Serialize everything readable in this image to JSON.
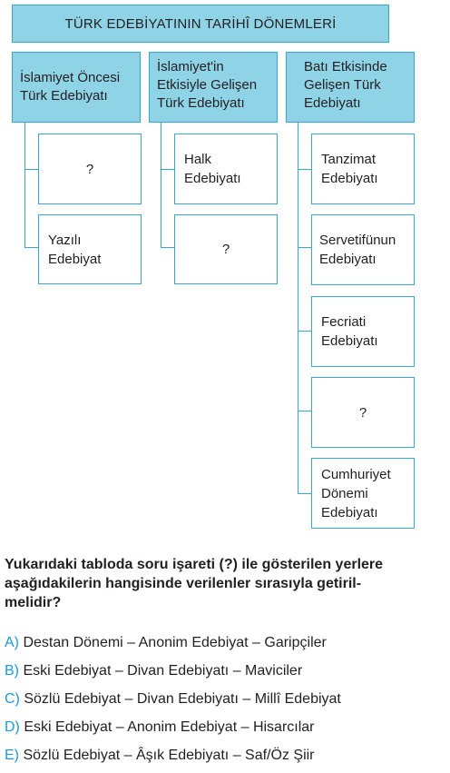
{
  "title": "TÜRK EDEBİYATININ TARİHÎ DÖNEMLERİ",
  "columns": [
    {
      "header_lines": [
        "İslamiyet Öncesi",
        "Türk Edebiyatı"
      ],
      "boxes": [
        [
          "?"
        ],
        [
          "Yazılı",
          "Edebiyat"
        ]
      ]
    },
    {
      "header_lines": [
        "İslamiyet'in",
        "Etkisiyle Gelişen",
        "Türk Edebiyatı"
      ],
      "boxes": [
        [
          "Halk",
          "Edebiyatı"
        ],
        [
          "?"
        ]
      ]
    },
    {
      "header_lines": [
        "Batı Etkisinde",
        "Gelişen Türk",
        "Edebiyatı"
      ],
      "boxes": [
        [
          "Tanzimat",
          "Edebiyatı"
        ],
        [
          "Servetifünun",
          "Edebiyatı"
        ],
        [
          "Fecriati",
          "Edebiyatı"
        ],
        [
          "?"
        ],
        [
          "Cumhuriyet",
          "Dönemi",
          "Edebiyatı"
        ]
      ]
    }
  ],
  "question": {
    "line1": "Yukarıdaki tabloda soru işareti (?) ile gösterilen yerlere",
    "line2": "aşağıdakilerin hangisinde verilenler sırasıyla getiril-",
    "line3": "melidir?"
  },
  "options": [
    {
      "letter": "A)",
      "text": "Destan Dönemi – Anonim Edebiyat – Garipçiler"
    },
    {
      "letter": "B)",
      "text": "Eski Edebiyat – Divan Edebiyatı – Maviciler"
    },
    {
      "letter": "C)",
      "text": "Sözlü Edebiyat – Divan Edebiyatı – Millî Edebiyat"
    },
    {
      "letter": "D)",
      "text": "Eski Edebiyat – Anonim Edebiyat – Hisarcılar"
    },
    {
      "letter": "E)",
      "text": "Sözlü Edebiyat – Âşık Edebiyatı – Saf/Öz Şiir"
    }
  ],
  "colors": {
    "header_fill": "#8fd3e6",
    "border": "#35a8cd",
    "option_letter": "#1a9ad6"
  }
}
